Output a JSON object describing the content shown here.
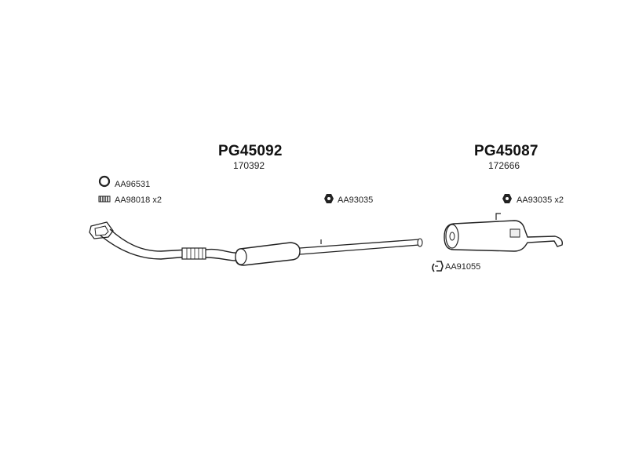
{
  "assemblies": [
    {
      "code": "PG45092",
      "ref": "170392"
    },
    {
      "code": "PG45087",
      "ref": "172666"
    }
  ],
  "parts": {
    "gasket": {
      "label": "AA96531",
      "icon": "ring-gasket-icon"
    },
    "spring": {
      "label": "AA98018 x2",
      "icon": "spring-icon"
    },
    "nut_front": {
      "label": "AA93035",
      "icon": "hex-nut-icon"
    },
    "nut_rear": {
      "label": "AA93035 x2",
      "icon": "hex-nut-icon"
    },
    "clamp": {
      "label": "AA91055",
      "icon": "clamp-icon"
    }
  },
  "colors": {
    "line": "#222222",
    "fill": "#ffffff",
    "shade": "#dddddd"
  }
}
